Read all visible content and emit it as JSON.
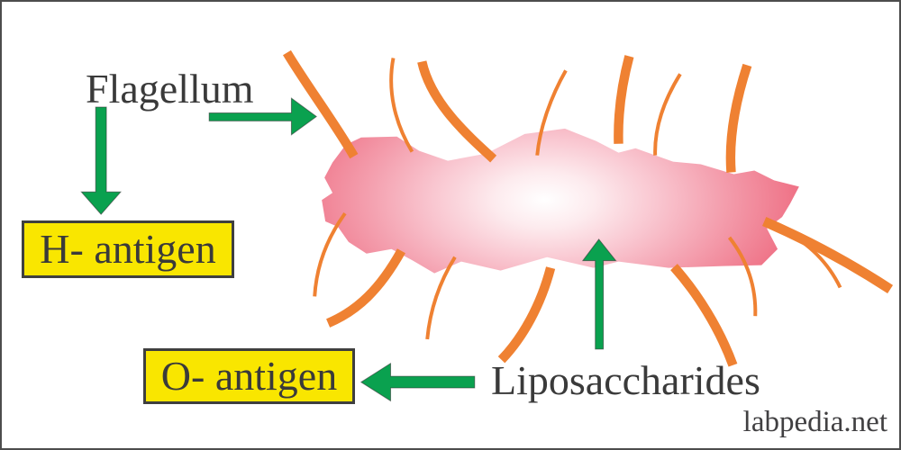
{
  "labels": {
    "flagellum": "Flagellum",
    "h_antigen": "H- antigen",
    "o_antigen": "O- antigen",
    "liposaccharides": "Liposaccharides",
    "watermark": "labpedia.net"
  },
  "colors": {
    "arrow_green": "#0aa14f",
    "flagella_orange": "#ef8132",
    "label_box_yellow": "#f9e600",
    "label_box_border": "#3f3f3f",
    "body_pink_edge": "#ef7488",
    "body_center": "#ffffff",
    "text": "#3a3a3a",
    "frame": "#4d4d4d"
  },
  "arrows": {
    "flagellum_arrow_direction": "right",
    "h_antigen_arrow_direction": "down",
    "o_antigen_arrow_direction": "left",
    "liposaccharides_arrow_direction": "up"
  }
}
